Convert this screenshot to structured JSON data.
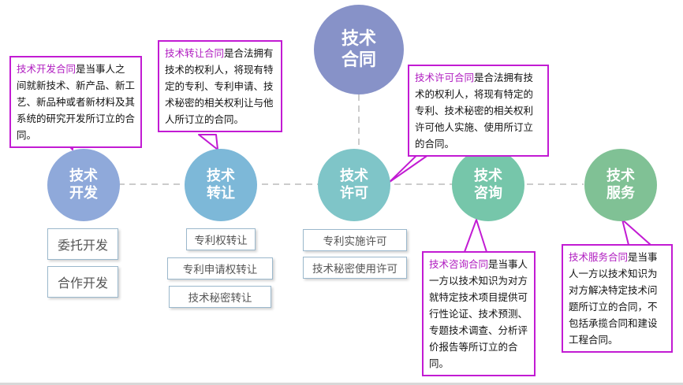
{
  "main": {
    "line1": "技术",
    "line2": "合同",
    "color": "#8792c8"
  },
  "nodes": [
    {
      "line1": "技术",
      "line2": "开发",
      "color": "#8fa9da"
    },
    {
      "line1": "技术",
      "line2": "转让",
      "color": "#7db8d8"
    },
    {
      "line1": "技术",
      "line2": "许可",
      "color": "#7fc5c8"
    },
    {
      "line1": "技术",
      "line2": "咨询",
      "color": "#76c6aa"
    },
    {
      "line1": "技术",
      "line2": "服务",
      "color": "#80c195"
    }
  ],
  "subs": {
    "dev": [
      "委托开发",
      "合作开发"
    ],
    "transfer": [
      "专利权转让",
      "专利申请权转让",
      "技术秘密转让"
    ],
    "license": [
      "专利实施许可",
      "技术秘密使用许可"
    ]
  },
  "callouts": {
    "dev": {
      "term": "技术开发合同",
      "text": "是当事人之间就新技术、新产品、新工艺、新品种或者新材料及其系统的研究开发所订立的合同。"
    },
    "transfer": {
      "term": "技术转让合同",
      "text": "是合法拥有技术的权利人，将现有特定的专利、专利申请、技术秘密的相关权利让与他人所订立的合同。"
    },
    "license": {
      "term": "技术许可合同",
      "text": "是合法拥有技术的权利人，将现有特定的专利、技术秘密的相关权利许可他人实施、使用所订立的合同。"
    },
    "consult": {
      "term": "技术咨询合同",
      "text": "是当事人一方以技术知识为对方就特定技术项目提供可行性论证、技术预测、专题技术调查、分析评价报告等所订立的合同。"
    },
    "service": {
      "term": "技术服务合同",
      "text": "是当事人一方以技术知识为对方解决特定技术问题所订立的合同，不包括承揽合同和建设工程合同。"
    }
  },
  "colors": {
    "callout_border": "#c21bd3",
    "callout_term": "#b01cc0",
    "connector": "#cccccc"
  }
}
